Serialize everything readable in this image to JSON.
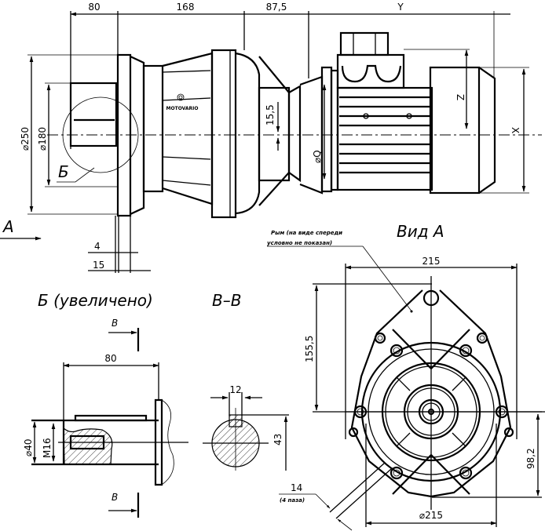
{
  "drawing": {
    "title": "Gear motor dimensional drawing",
    "colors": {
      "line": "#000000",
      "background": "#ffffff"
    },
    "brand_logo_text": "MOTOVARIO",
    "side_view": {
      "dims_top": [
        "80",
        "168",
        "87,5",
        "Y"
      ],
      "dia_250": "⌀250",
      "dia_180": "⌀180",
      "dim_15_5": "15,5",
      "dia_Q": "⌀Q",
      "dim_Z": "Z",
      "dim_X": "X",
      "dim_4": "4",
      "dim_15": "15",
      "detail_callout": "Б",
      "view_arrow": "A"
    },
    "view_a": {
      "title": "Вид  A",
      "note_line1": "Рым (на виде спереди",
      "note_line2": "условно не показан)",
      "dim_width": "215",
      "dim_height_top": "155,5",
      "dim_height_bottom": "98,2",
      "dim_diameter": "⌀215",
      "dim_hole": "14",
      "dim_hole_note": "(4 паза)"
    },
    "detail_b": {
      "title": "Б  (увеличено)",
      "dim_length": "80",
      "dim_dia": "⌀40",
      "dim_thread": "M16",
      "section_mark_top": "B",
      "section_mark_bottom": "B"
    },
    "section_bb": {
      "title": "B–B",
      "dim_key_width": "12",
      "dim_key_height": "43"
    }
  }
}
